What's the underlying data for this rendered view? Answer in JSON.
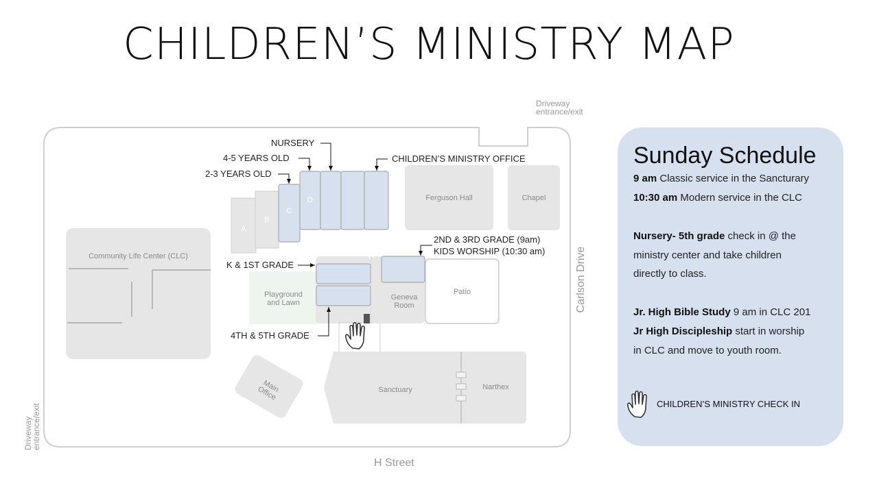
{
  "title": "CHILDREN’S MINISTRY MAP",
  "streets": {
    "driveway_top": [
      "Driveway",
      "entrance/exit"
    ],
    "driveway_left": [
      "Driveway",
      "entrance/exit"
    ],
    "carlson": "Carlson Drive",
    "h_street": "H Street"
  },
  "buildings": {
    "clc": "Community Life Center (CLC)",
    "ferguson": "Ferguson Hall",
    "chapel": "Chapel",
    "playground": [
      "Playground",
      "and Lawn"
    ],
    "geneva": [
      "Geneva",
      "Room"
    ],
    "patio": "Patio",
    "main_office": [
      "Main",
      "Office"
    ],
    "sanctuary": "Sanctuary",
    "narthex": "Narthex",
    "room_a": "A",
    "room_b": "B",
    "room_c": "C",
    "room_d": "D"
  },
  "callouts": {
    "nursery": "NURSERY",
    "four_five": "4-5 YEARS OLD",
    "two_three": "2-3 YEARS OLD",
    "office": "CHILDREN’S MINISTRY OFFICE",
    "k_first": "K & 1ST GRADE",
    "second_third": [
      "2ND & 3RD GRADE (9am)",
      "KIDS WORSHIP (10:30 am)"
    ],
    "fourth_fifth": "4TH & 5TH GRADE"
  },
  "schedule": {
    "title": "Sunday Schedule",
    "lines": [
      {
        "bold": "9 am",
        "text": " Classic service in the Sancturary"
      },
      {
        "bold": "10:30 am",
        "text": " Modern service in the CLC"
      },
      {
        "bold": "Nursery- 5th grade",
        "text": " check in @ the"
      },
      {
        "bold": "",
        "text": "ministry center and take children"
      },
      {
        "bold": "",
        "text": "directly to class."
      },
      {
        "bold": "Jr. High Bible Study",
        "text": " 9 am in CLC 201"
      },
      {
        "bold": "Jr High Discipleship",
        "text": " start in worship"
      },
      {
        "bold": "",
        "text": "in CLC and move to youth room."
      }
    ],
    "checkin_legend": "CHILDREN’S MINISTRY CHECK IN"
  },
  "icons": {
    "map_checkin": "hand-icon",
    "legend_checkin": "hand-icon"
  },
  "colors": {
    "classroom_fill": "#d6e0ef",
    "building_fill": "#e6e6e6",
    "lawn_fill": "#eef5ee",
    "panel_fill": "#d6e0ef"
  }
}
